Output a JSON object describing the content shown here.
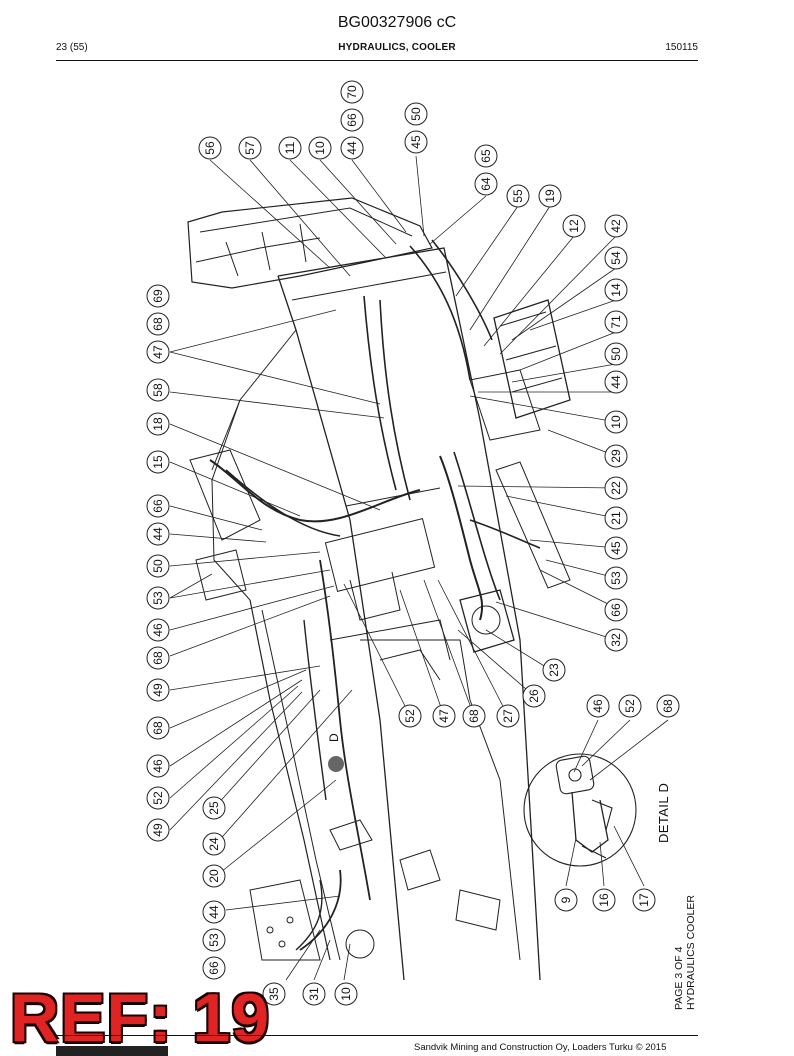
{
  "header": {
    "doc_id": "BG00327906 cC",
    "page": "23 (55)",
    "title": "HYDRAULICS, COOLER",
    "date": "150115"
  },
  "footer": {
    "text": "Sandvik Mining and Construction Oy, Loaders Turku © 2015"
  },
  "side_title": {
    "page_of": "PAGE 3 OF 4",
    "name": "HYDRAULICS COOLER"
  },
  "detail_label": "DETAIL D",
  "detail_marker": "D",
  "ref_banner": "REF: 19",
  "callouts": [
    "56",
    "57",
    "11",
    "10",
    "44",
    "66",
    "70",
    "45",
    "50",
    "64",
    "65",
    "55",
    "19",
    "12",
    "42",
    "54",
    "14",
    "71",
    "50",
    "44",
    "10",
    "29",
    "22",
    "21",
    "45",
    "53",
    "66",
    "32",
    "23",
    "26",
    "27",
    "68",
    "47",
    "52",
    "69",
    "68",
    "47",
    "58",
    "18",
    "15",
    "66",
    "44",
    "50",
    "53",
    "46",
    "68",
    "49",
    "68",
    "46",
    "52",
    "49",
    "25",
    "24",
    "20",
    "44",
    "53",
    "66",
    "35",
    "31",
    "10",
    "46",
    "52",
    "68",
    "9",
    "16",
    "17"
  ]
}
